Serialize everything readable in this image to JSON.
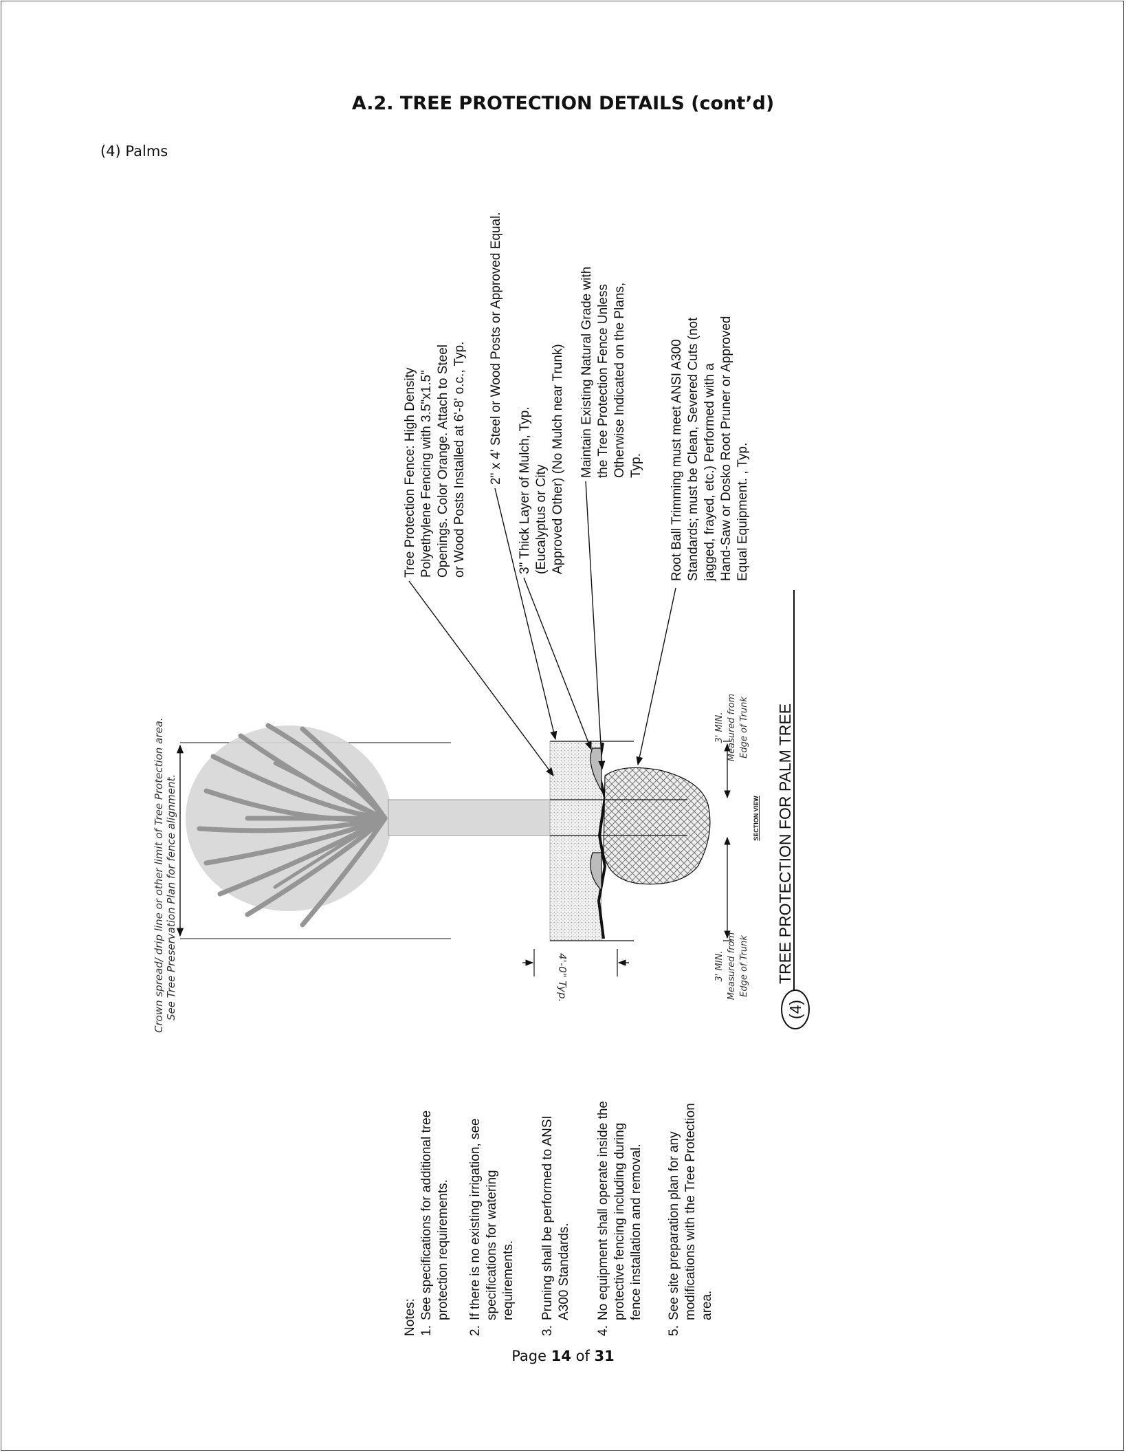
{
  "document": {
    "heading": "A.2. TREE PROTECTION DETAILS (cont’d)",
    "subheading": "(4)  Palms",
    "footer": {
      "prefix": "Page ",
      "page": "14",
      "middle": " of ",
      "total": "31"
    }
  },
  "diagram": {
    "title": "TREE PROTECTION FOR PALM TREE",
    "detail_number": "(4)",
    "section_label": "SECTION VIEW",
    "crown_label": [
      "Crown spread/ drip line or other limit of Tree Protection area.",
      "See Tree Preservation Plan for fence alignment."
    ],
    "fence_height": "4'-0\" Typ.",
    "min_left": [
      "3' MIN.",
      "Measured from",
      "Edge of Trunk"
    ],
    "min_right": [
      "3' MIN.",
      "Measured from",
      "Edge of Trunk"
    ],
    "callouts": [
      {
        "lines": [
          "Tree Protection Fence:  High Density",
          "Polyethylene Fencing with 3.5\"x1.5\"",
          "Openings.  Color Orange.  Attach to Steel",
          "or Wood Posts Installed at 6'-8' o.c., Typ."
        ]
      },
      {
        "lines": [
          "2\" x 4' Steel or Wood Posts or Approved Equal."
        ]
      },
      {
        "lines": [
          "3\" Thick Layer of Mulch, Typ.",
          "(Eucalyptus or City",
          "Approved Other) (No Mulch near Trunk)"
        ]
      },
      {
        "lines": [
          "Maintain Existing Natural Grade with",
          "the Tree Protection Fence Unless",
          "Otherwise Indicated on the Plans,",
          "Typ."
        ]
      },
      {
        "lines": [
          "Root Ball Trimming must meet ANSI A300",
          "Standards; must be Clean, Severed Cuts (not",
          "jagged, frayed, etc.) Performed with a",
          "Hand-Saw or Dosko Root Pruner or Approved",
          "Equal Equipment. , Typ."
        ]
      }
    ],
    "notes_label": "Notes:",
    "notes": [
      {
        "num": "1.",
        "lines": [
          "See specifications for additional tree",
          "protection requirements."
        ]
      },
      {
        "num": "2.",
        "lines": [
          "If there is no existing irrigation, see",
          "specifications for watering",
          "requirements."
        ]
      },
      {
        "num": "3.",
        "lines": [
          "Pruning shall be performed to ANSI",
          "A300 Standards."
        ]
      },
      {
        "num": "4.",
        "lines": [
          "No equipment shall operate inside the",
          "protective fencing including during",
          "fence installation and removal."
        ]
      },
      {
        "num": "5.",
        "lines": [
          "See site preparation plan for any",
          "modifications with the Tree Protection",
          "area."
        ]
      }
    ]
  }
}
